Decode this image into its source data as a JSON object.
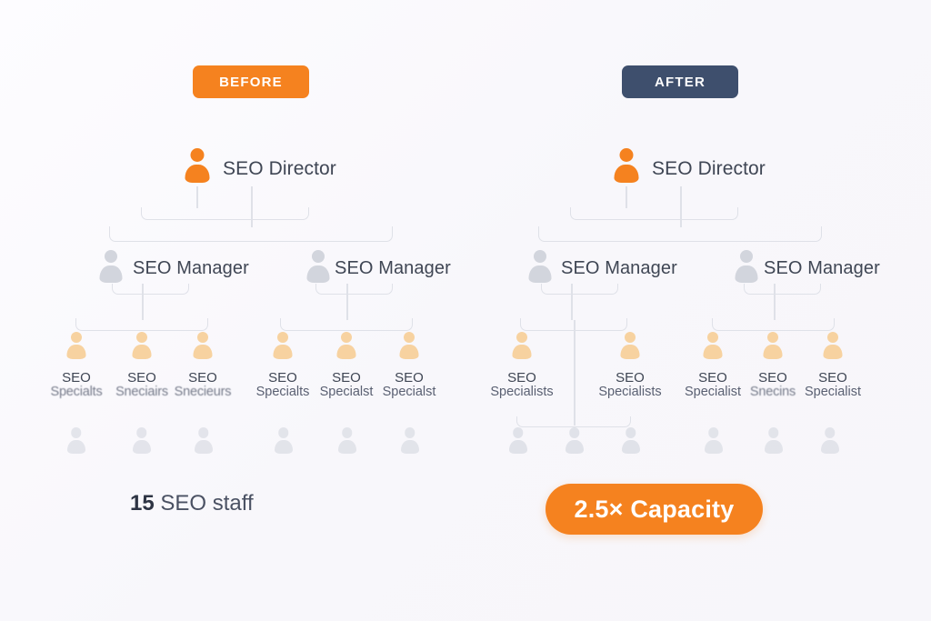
{
  "background_color": "#fbfafd",
  "colors": {
    "orange": "#f5821f",
    "navy": "#3e4f6d",
    "tan": "#f7d2a0",
    "gray_icon": "#d2d5dd",
    "line": "#dfe1e8",
    "text": "#3f4654"
  },
  "panels": {
    "before": {
      "badge": "BEFORE",
      "director": {
        "label": "SEO Director",
        "icon": "person-icon"
      },
      "managers": [
        {
          "label": "SEO Manager",
          "icon": "person-icon"
        },
        {
          "label": "SEO Manager",
          "icon": "person-icon"
        }
      ],
      "specialists": [
        {
          "line1": "SEO",
          "line2": "Specialts",
          "icon": "person-icon"
        },
        {
          "line1": "SEO",
          "line2": "Sneciairs",
          "icon": "person-icon"
        },
        {
          "line1": "SEO",
          "line2": "Snecieurs",
          "icon": "person-icon"
        },
        {
          "line1": "SEO",
          "line2": "Specialts",
          "icon": "person-icon"
        },
        {
          "line1": "SEO",
          "line2": "Specialst",
          "icon": "person-icon"
        },
        {
          "line1": "SEO",
          "line2": "Specialst",
          "icon": "person-icon"
        }
      ],
      "extra_staff_count": 6,
      "footer": {
        "number": "15",
        "text": " SEO staff"
      }
    },
    "after": {
      "badge": "AFTER",
      "director": {
        "label": "SEO Director",
        "icon": "person-icon"
      },
      "managers": [
        {
          "label": "SEO Manager",
          "icon": "person-icon"
        },
        {
          "label": "SEO Manager",
          "icon": "person-icon"
        }
      ],
      "specialists": [
        {
          "line1": "SEO",
          "line2": "Specialists",
          "icon": "person-icon"
        },
        {
          "line1": "SEO",
          "line2": "Specialists",
          "icon": "person-icon"
        },
        {
          "line1": "SEO",
          "line2": "Specialist",
          "icon": "person-icon"
        },
        {
          "line1": "SEO",
          "line2": "Snecins",
          "icon": "person-icon"
        },
        {
          "line1": "SEO",
          "line2": "Specialist",
          "icon": "person-icon"
        }
      ],
      "extra_staff_count": 6,
      "footer_pill": "2.5× Capacity"
    }
  }
}
